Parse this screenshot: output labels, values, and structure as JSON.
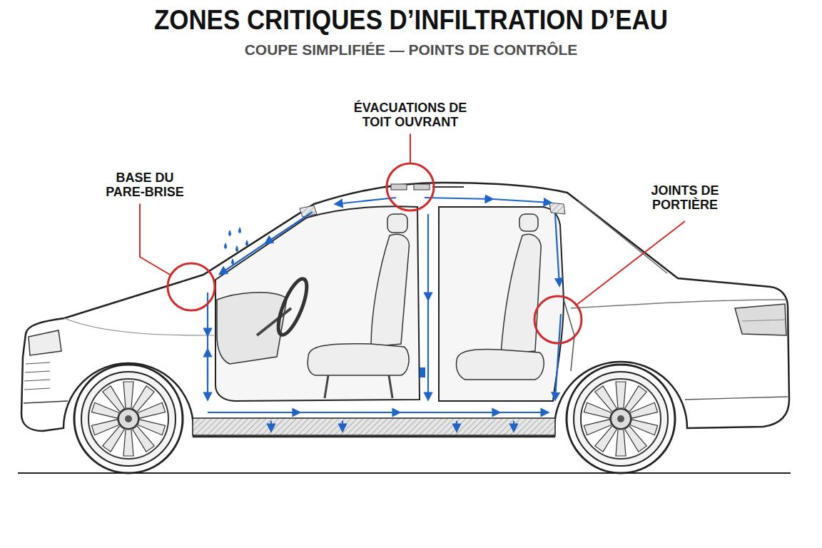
{
  "diagram": {
    "title": "ZONES CRITIQUES D’INFILTRATION D’EAU",
    "labels": [
      "COUPE SIMPLIFIÉE — POINTS DE CONTRÔLE",
      "BASE DU PARE-BRISE",
      "ÉVACUATIONS DE TOIT OUVRANT",
      "JOINTS DE PORTIÈRE"
    ]
  }
}
